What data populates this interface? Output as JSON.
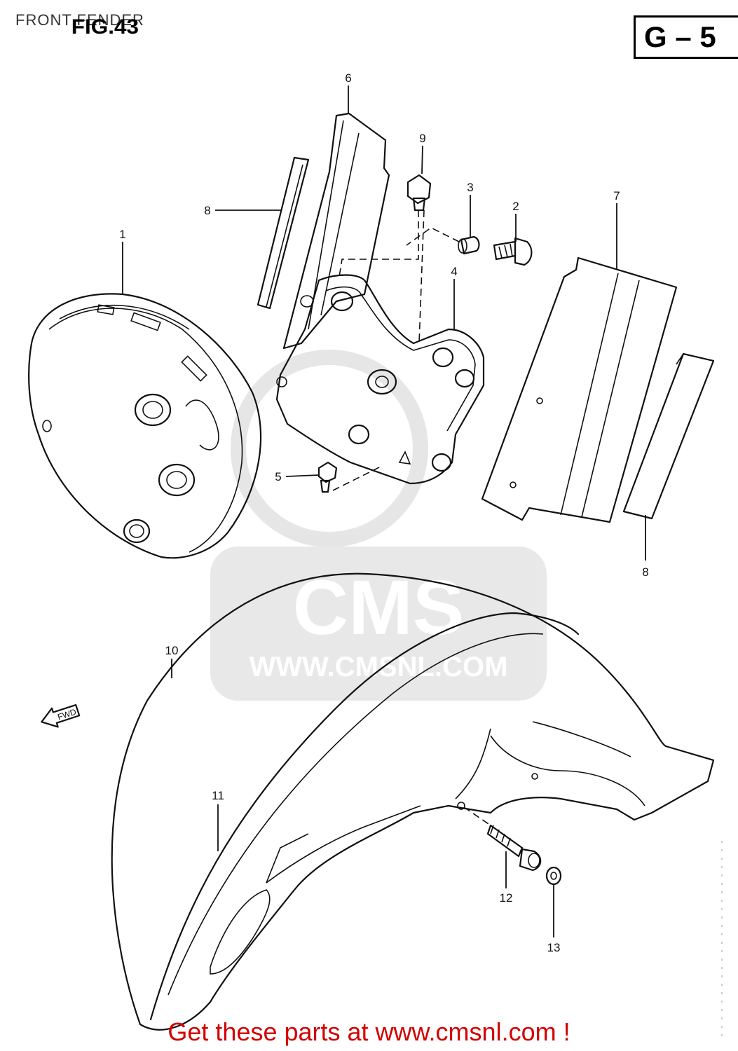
{
  "header": {
    "title": "FRONT FENDER",
    "figure": "FIG.43",
    "page_code": "G – 5"
  },
  "callouts": [
    "1",
    "2",
    "3",
    "4",
    "5",
    "6",
    "7",
    "8",
    "8",
    "9",
    "10",
    "11",
    "12",
    "13"
  ],
  "direction_arrow": "FWD",
  "watermark": {
    "brand": "CMS",
    "url": "WWW.CMSNL.COM"
  },
  "footer": {
    "text": "Get these parts at www.cmsnl.com !",
    "color": "#d40000"
  }
}
